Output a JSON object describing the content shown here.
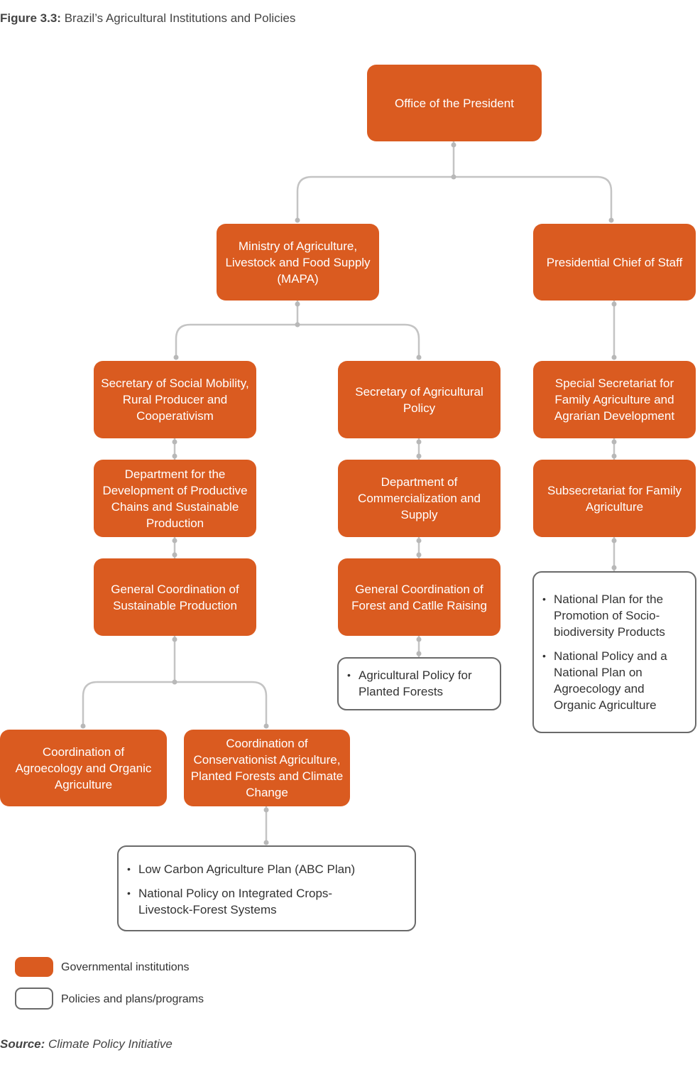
{
  "figure": {
    "label": "Figure 3.3:",
    "title": "Brazil’s Agricultural Institutions and Policies"
  },
  "institutions": {
    "president": "Office of the President",
    "mapa": "Ministry of Agriculture, Livestock and Food Supply (MAPA)",
    "chief_of_staff": "Presidential Chief of Staff",
    "sec_social": "Secretary of Social Mobility, Rural Producer and Cooperativism",
    "sec_agri_policy": "Secretary of Agricultural Policy",
    "special_secretariat": "Special Secretariat for Family Agriculture and Agrarian Development",
    "dept_productive": "Department for the Development of Productive Chains and Sustainable Production",
    "dept_commercial": "Department of Commercialization and Supply",
    "subsecretariat": "Subsecretariat for Family Agriculture",
    "gc_sustainable": "General Coordination of Sustainable Production",
    "gc_forest": "General Coordination of Forest and Catlle Raising",
    "coord_agroecology": "Coordination of Agroecology and Organic Agriculture",
    "coord_conservationist": "Coordination of Conservationist Agriculture, Planted Forests and Climate Change"
  },
  "policies": {
    "forest": [
      "Agricultural Policy for Planted Forests"
    ],
    "family": [
      "National Plan for the Promotion of Socio-biodiversity Products",
      "National Policy and a National Plan on Agroecology and Organic Agriculture"
    ],
    "abc": [
      "Low Carbon Agriculture Plan (ABC Plan)",
      "National Policy on Integrated Crops-Livestock-Forest Systems"
    ]
  },
  "legend": {
    "institutions": "Governmental institutions",
    "policies": "Policies and plans/programs"
  },
  "source": {
    "label": "Source:",
    "text": "Climate Policy Initiative"
  },
  "colors": {
    "institution": "#da5b20",
    "connector": "#c4c4c4",
    "policy_border": "#6a6a6a"
  }
}
